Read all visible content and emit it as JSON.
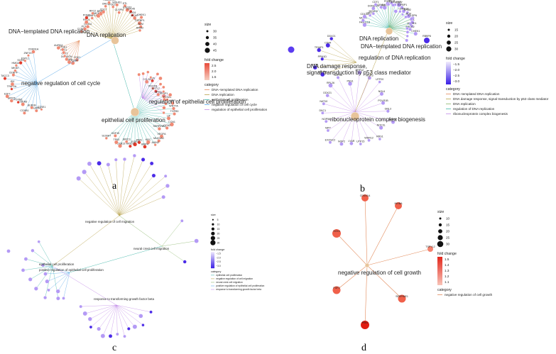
{
  "figure": {
    "panels": [
      {
        "letter": "a",
        "categories": [
          "DNA−templated DNA replication",
          "DNA replication",
          "negative regulation of cell cycle",
          "regulation of epithelial cell proliferation",
          "epithelial cell proliferation"
        ],
        "genes": [
          "CCNE1",
          "PCNA",
          "GINS4",
          "RFC4",
          "POLQ",
          "CHAF1A",
          "RFC2",
          "MCM10",
          "BRIP1",
          "CDC7",
          "ORC6",
          "TIMELESS",
          "POLD3",
          "WDHD1",
          "CLSPN",
          "DTL",
          "ESCO2",
          "CDC45",
          "CDC6",
          "MCM7",
          "CHEK1",
          "TOPBP1",
          "BLM",
          "RRM2",
          "CDK1",
          "CDC25A",
          "E2F8",
          "DONSON",
          "CDT1",
          "PLK1",
          "GTSE1",
          "AURKA",
          "BUB1B",
          "CCNB1",
          "CDKN3",
          "FOXM1",
          "BIRC5",
          "E2F7",
          "TFAP2A",
          "ID4",
          "TACC3",
          "CENPF",
          "MKI67",
          "HMGA2",
          "SOX4",
          "ESPL1",
          "ZNF207",
          "CDKN1A",
          "CCL26",
          "JUN",
          "PDGFB",
          "KRT17",
          "NPR3",
          "SFRP1",
          "FOXA1",
          "MDFI",
          "WNT7A",
          "TGFB3",
          "LIF",
          "CCN1",
          "CCN2",
          "SERPINE1",
          "VEGFA",
          "MUC5AC",
          "AXIN2",
          "MYC",
          "BMP4",
          "PIM1",
          "EGR1",
          "NKX3-1",
          "BIRC3",
          "HOXB13",
          "TP63",
          "GDF15",
          "S100A7"
        ],
        "legend": {
          "size_title": "size",
          "size_values": [
            "30",
            "35",
            "40",
            "45"
          ],
          "fc_title": "fold change",
          "fc_values": [
            "2.5",
            "2.0",
            "1.5"
          ],
          "category_title": "category",
          "category_items": [
            "DNA−templated DNA replication",
            "DNA replication",
            "epithelial cell proliferation",
            "negative regulation of cell cycle",
            "regulation of epithelial cell proliferation"
          ]
        }
      },
      {
        "letter": "b",
        "categories": [
          "DNA replication",
          "DNA−templated DNA replication",
          "regulation of DNA replication",
          "DNA damage response,",
          "signal transduction by p53 class mediator",
          "ribonucleoprotein complex biogenesis"
        ],
        "genes": [
          "FAM111B",
          "MCM4",
          "CDC45",
          "ORC6",
          "MCM10",
          "DONSON",
          "CDT1",
          "GINS4",
          "E2F8",
          "POLQ",
          "RFC4",
          "TIMELESS",
          "CDC7",
          "TOPBP1",
          "CHAF1A",
          "RRM2",
          "BLM",
          "CLSPN",
          "DTL",
          "WDHD1",
          "ESCO2",
          "CHEK1",
          "RBBP8",
          "TP53",
          "PPM1D",
          "TRIAP1",
          "CD44",
          "DDX21",
          "RPL26",
          "NOP56",
          "PES1",
          "RRP12",
          "WDR3",
          "UTP20",
          "NOL6",
          "POLR1B",
          "GNL3",
          "NOP16",
          "NOC3L",
          "RRS1",
          "WDR12",
          "UTP15",
          "LYAR",
          "NOP2",
          "EXOSC2",
          "NIP7",
          "NOP58",
          "DKC1",
          "NAT10"
        ],
        "legend": {
          "size_title": "size",
          "size_values": [
            "15",
            "20",
            "25",
            "30"
          ],
          "fc_title": "fold change",
          "fc_values": [
            "−1.5",
            "−2.0",
            "−2.5",
            "−3.0"
          ],
          "category_title": "category",
          "category_items": [
            "DNA−templated DNA replication",
            "DNA damage response, signal transduction by p53 class mediator",
            "DNA replication",
            "regulation of DNA replication",
            "ribonucleoprotein complex biogenesis"
          ]
        }
      },
      {
        "letter": "c",
        "categories": [
          "negative regulation of cell migration",
          "neural crest cell migration",
          "epithelial cell proliferation",
          "positive regulation of epithelial cell proliferation",
          "response to transforming growth factor beta"
        ],
        "legend": {
          "size_title": "size",
          "size_values": [
            "5",
            "10",
            "15",
            "20",
            "25",
            "30"
          ],
          "fc_title": "fold change",
          "fc_values": [
            "−1.5",
            "−2.0",
            "−2.5",
            "−3.0"
          ],
          "category_title": "category",
          "category_items": [
            "epithelial cell proliferation",
            "negative regulation of cell migration",
            "neural crest cell migration",
            "positive regulation of epithelial cell proliferation",
            "response to transforming growth factor beta"
          ]
        }
      },
      {
        "letter": "d",
        "categories": [
          "negative regulation of cell growth"
        ],
        "genes": [
          "CDKN1A",
          "INHBA",
          "SOX4",
          "TSPYL2",
          "FGF2",
          "SERPINE1",
          "PIM1"
        ],
        "legend": {
          "size_title": "size",
          "size_values": [
            "10",
            "15",
            "20",
            "25",
            "30"
          ],
          "fc_title": "fold change",
          "fc_values": [
            "1.5",
            "1.4",
            "1.3",
            "1.2",
            "1.1"
          ],
          "category_title": "category",
          "category_items": [
            "negative regulation of cell growth"
          ]
        }
      }
    ]
  },
  "colors": {
    "green_edge": "#8ab56a",
    "olive_edge": "#b8a24a",
    "teal_edge": "#3fb5a8",
    "orange_edge": "#e38a5a",
    "purple_edge": "#c28be8",
    "blue_edge": "#5aa8e8",
    "salmon_node": "#f08a74",
    "red_node": "#e23a2a",
    "lavender_node": "#b49af5",
    "blue_node": "#4b2be8",
    "category_node": "#e8c49a"
  }
}
